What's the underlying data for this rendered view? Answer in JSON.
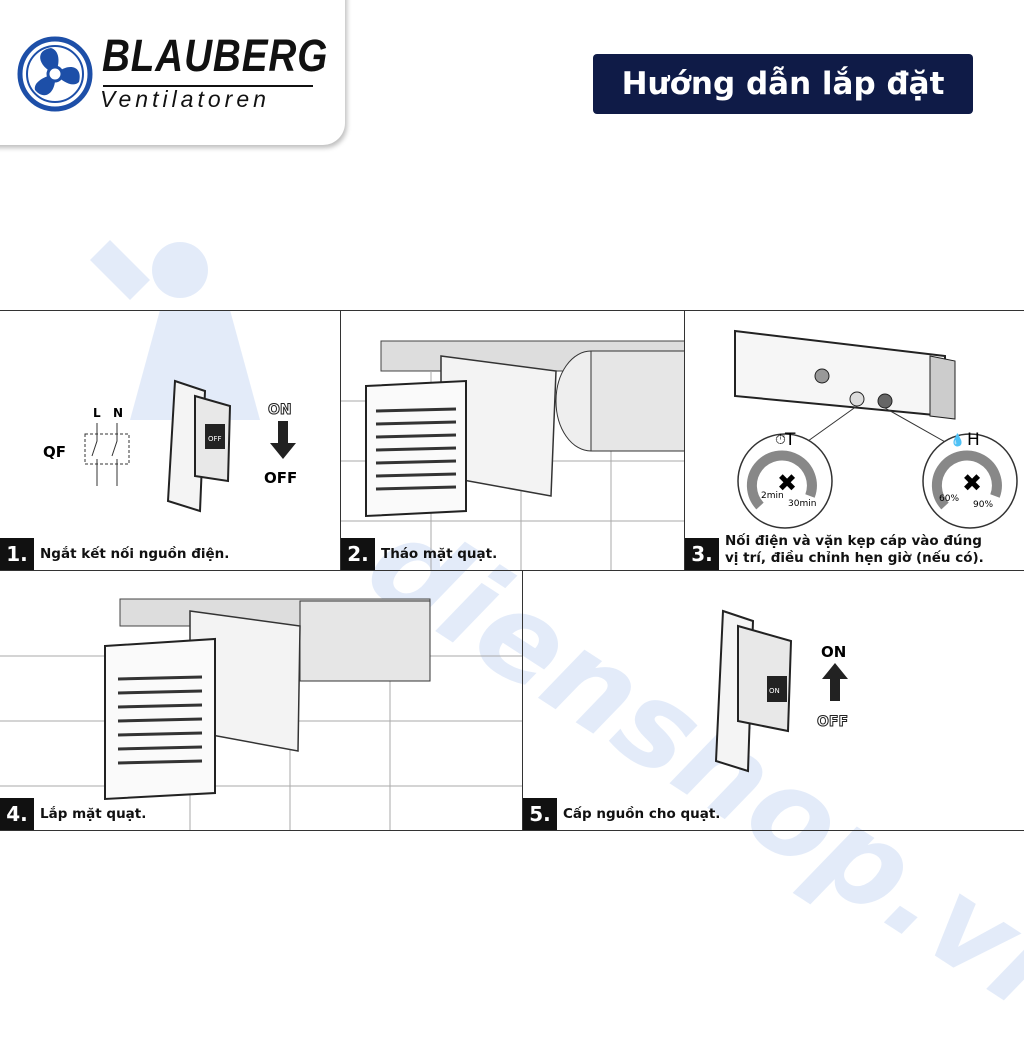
{
  "header": {
    "brand": "BLAUBERG",
    "brand_sub": "Ventilatoren",
    "title": "Hướng dẫn lắp đặt"
  },
  "watermark": "dienshop.vn",
  "colors": {
    "title_bg": "#0f1b47",
    "logo_blue": "#1d4fa8",
    "step_badge": "#111111"
  },
  "steps": [
    {
      "number": "1.",
      "caption": "Ngắt kết nối nguồn điện.",
      "labels": {
        "qf": "QF",
        "l": "L",
        "n": "N",
        "on": "ON",
        "off": "OFF",
        "switch": "OFF"
      }
    },
    {
      "number": "2.",
      "caption": "Tháo mặt quạt."
    },
    {
      "number": "3.",
      "caption_line1": "Nối điện và vặn kẹp cáp vào đúng",
      "caption_line2": "vị trí, điều chỉnh hẹn giờ (nếu có).",
      "labels": {
        "t": "T",
        "h": "H",
        "t_min": "2min",
        "t_max": "30min",
        "h_min": "60%",
        "h_max": "90%"
      }
    },
    {
      "number": "4.",
      "caption": "Lắp mặt quạt."
    },
    {
      "number": "5.",
      "caption": "Cấp nguồn cho quạt.",
      "labels": {
        "on": "ON",
        "off": "OFF",
        "switch": "ON"
      }
    }
  ]
}
